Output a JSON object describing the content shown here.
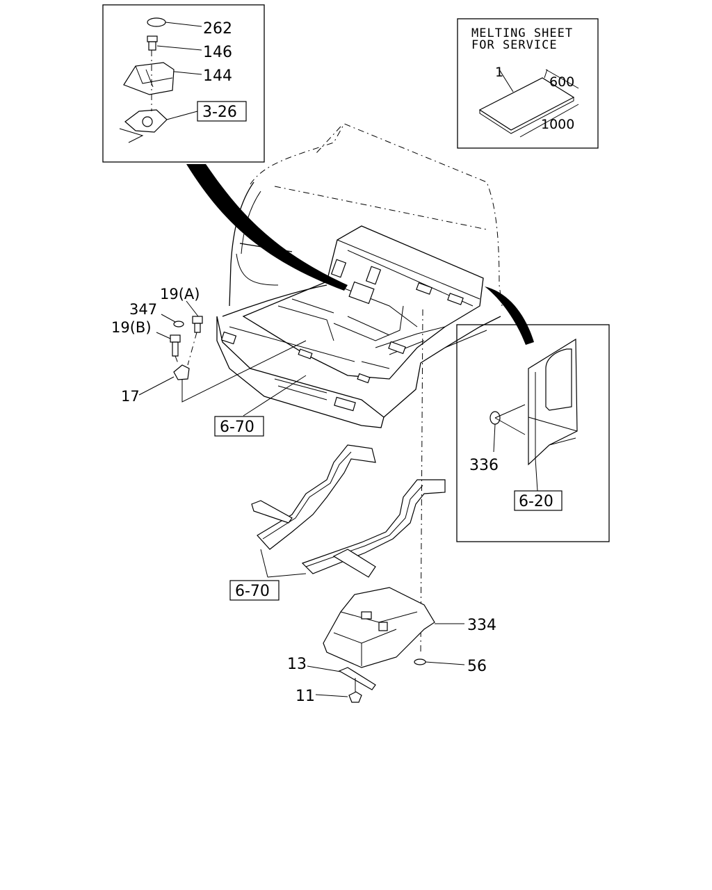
{
  "inset_shift": {
    "labels": [
      "262",
      "146",
      "144"
    ],
    "ref": "3-26"
  },
  "inset_melting_sheet": {
    "title_line1": "MELTING SHEET",
    "title_line2": "FOR SERVICE",
    "part": "1",
    "dim_width": "600",
    "dim_length": "1000"
  },
  "inset_side_panel": {
    "part": "336",
    "ref": "6-20"
  },
  "callouts": {
    "p19a": "19(A)",
    "p347": "347",
    "p19b": "19(B)",
    "p17": "17",
    "ref_floor": "6-70",
    "ref_frame": "6-70",
    "p334": "334",
    "p56": "56",
    "p13": "13",
    "p11": "11"
  }
}
